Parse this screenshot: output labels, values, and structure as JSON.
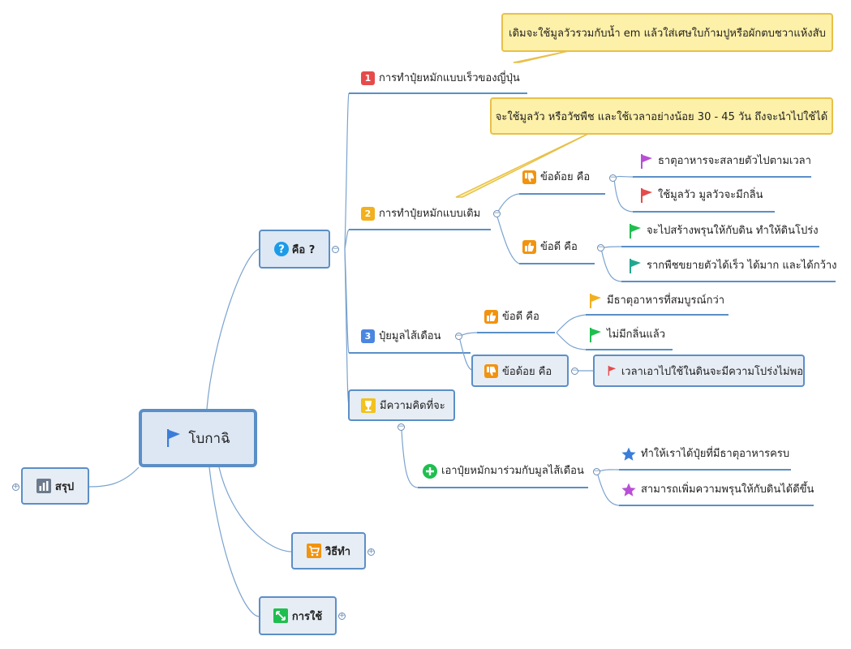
{
  "root": {
    "label": "โบกาฉิ"
  },
  "side_nodes": {
    "summary": "สรุป",
    "method": "วิธีทำ",
    "usage": "การใช้"
  },
  "what_is": {
    "label": "คือ ?"
  },
  "branch1": {
    "number": "1",
    "label": "การทำปุ๋ยหมักแบบเร็วของญี่ปุ่น",
    "callout": "เดิมจะใช้มูลวัวรวมกับน้ำ em แล้วใส่เศษใบก้ามปูหรือผักตบชวาแห้งสับ"
  },
  "branch2": {
    "number": "2",
    "label": "การทำปุ๋ยหมักแบบเดิม",
    "callout": "จะใช้มูลวัว หรือวัชพืช และใช้เวลาอย่างน้อย 30 - 45 วัน ถึงจะนำไปใช้ได้",
    "cons_label": "ข้อด้อย คือ",
    "cons": [
      "ธาตุอาหารจะสลายตัวไปตามเวลา",
      "ใช้มูลวัว มูลวัวจะมีกลิ่น"
    ],
    "pros_label": "ข้อดี คือ",
    "pros": [
      "จะไปสร้างพรุนให้กับดิน ทำให้ดินโปร่ง",
      "รากพืชขยายตัวได้เร็ว ได้มาก และได้กว้าง"
    ]
  },
  "branch3": {
    "number": "3",
    "label": "ปุ๋ยมูลไส้เดือน",
    "pros_label": "ข้อดี คือ",
    "pros": [
      "มีธาตุอาหารที่สมบูรณ์กว่า",
      "ไม่มีกลิ่นแล้ว"
    ],
    "cons_label": "ข้อด้อย คือ",
    "cons": [
      "เวลาเอาไปใช้ในดินจะมีความโปร่งไม่พอ"
    ]
  },
  "idea": {
    "label": "มีความคิดที่จะ",
    "combine": "เอาปุ๋ยหมักมาร่วมกับมูลไส้เดือน",
    "results": [
      "ทำให้เราได้ปุ๋ยที่มีธาตุอาหารครบ",
      "สามารถเพิ่มความพรุนให้กับดินได้ดีขึ้น"
    ]
  },
  "colors": {
    "line": "#5b8fc7",
    "box_fill": "#dde8f4",
    "callout_fill": "#fdf0a8",
    "callout_border": "#e8c04a",
    "flag_purple": "#b84fd6",
    "flag_red": "#e54b4b",
    "flag_green": "#1fbf4f",
    "flag_teal": "#20a890",
    "flag_yellow": "#f2b01e"
  },
  "icons": {
    "root": "blue-flag-icon",
    "what_is": "question-icon",
    "summary": "bar-chart-icon",
    "method": "cart-icon",
    "usage": "resize-icon",
    "idea": "trophy-icon",
    "combine": "plus-icon",
    "results": [
      "blue-star-icon",
      "purple-star-icon"
    ]
  }
}
